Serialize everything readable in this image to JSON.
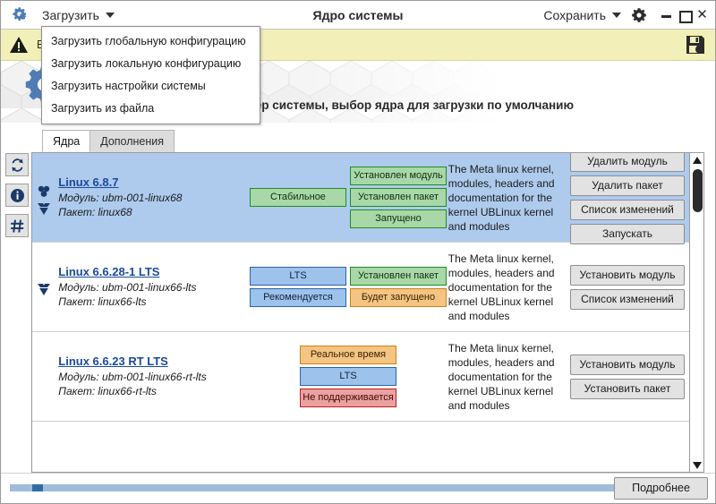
{
  "window": {
    "title": "Ядро системы",
    "app_icon": "gears-icon",
    "load_menu_label": "Загрузить",
    "save_menu_label": "Сохранить",
    "settings_icon": "gear-icon",
    "minimize_icon": "minimize-icon",
    "maximize_icon": "maximize-icon",
    "close_icon": "close-icon"
  },
  "dropdown": {
    "open": true,
    "items": [
      {
        "label": "Загрузить глобальную конфигурацию"
      },
      {
        "label": "Загрузить локальную конфигурацию"
      },
      {
        "label": "Загрузить настройки системы"
      },
      {
        "label": "Загрузить из файла"
      }
    ]
  },
  "warning": {
    "icon": "warning-triangle-icon",
    "text": "В",
    "save_icon": "save-locked-icon"
  },
  "banner": {
    "icon": "gears-icon",
    "text": "Загрузка и установка ядер системы, выбор ядра для загрузки по умолчанию"
  },
  "tabs": [
    {
      "label": "Ядра",
      "active": true
    },
    {
      "label": "Дополнения",
      "active": false
    }
  ],
  "tools": [
    {
      "name": "refresh-icon"
    },
    {
      "name": "info-icon"
    },
    {
      "name": "hash-icon"
    }
  ],
  "kernels": [
    {
      "title": "Linux 6.8.7",
      "module_line": "Модуль: ubm-001-linux68",
      "package_line": "Пакет: linux68",
      "selected": true,
      "icons": [
        "modules-icon",
        "package-icon"
      ],
      "badges_left": [
        {
          "label": "Стабильное",
          "color": "green"
        }
      ],
      "badges_right": [
        {
          "label": "Установлен модуль",
          "color": "green"
        },
        {
          "label": "Установлен пакет",
          "color": "green"
        },
        {
          "label": "Запущено",
          "color": "green"
        }
      ],
      "description": "The Meta linux kernel, modules, headers and documentation for the kernel UBLinux kernel and modules",
      "actions": [
        "Удалить модуль",
        "Удалить пакет",
        "Список изменений",
        "Запускать"
      ]
    },
    {
      "title": "Linux 6.6.28-1 LTS",
      "module_line": "Модуль: ubm-001-linux66-lts",
      "package_line": "Пакет: linux66-lts",
      "selected": false,
      "icons": [
        "package-icon"
      ],
      "badges_left": [
        {
          "label": "LTS",
          "color": "blue"
        },
        {
          "label": "Рекомендуется",
          "color": "blue"
        }
      ],
      "badges_right": [
        {
          "label": "Установлен пакет",
          "color": "green"
        },
        {
          "label": "Будет запущено",
          "color": "orange"
        }
      ],
      "description": "The Meta linux kernel, modules, headers and documentation for the kernel UBLinux kernel and modules",
      "actions": [
        "Установить модуль",
        "Список изменений"
      ]
    },
    {
      "title": "Linux 6.6.23 RT LTS",
      "module_line": "Модуль: ubm-001-linux66-rt-lts",
      "package_line": "Пакет: linux66-rt-lts",
      "selected": false,
      "icons": [],
      "badges_left": [
        {
          "label": "Реальное время",
          "color": "orange"
        },
        {
          "label": "LTS",
          "color": "blue"
        },
        {
          "label": "Не поддерживается",
          "color": "red"
        }
      ],
      "badges_right": [],
      "description": "The Meta linux kernel, modules, headers and documentation for the kernel UBLinux kernel and modules",
      "actions": [
        "Установить модуль",
        "Установить пакет"
      ]
    }
  ],
  "scrollbar": {
    "up_icon": "scroll-up-arrow-icon",
    "down_icon": "scroll-down-arrow-icon",
    "thumb": "scroll-thumb"
  },
  "bottom": {
    "details_label": "Подробнее",
    "progress_percent": 4
  },
  "colors": {
    "accent_blue": "#2e6ca4",
    "selected_row": "#aecbee",
    "warning_bg": "#f2f0b8",
    "link": "#1a4a9c",
    "green": "#a8d8a8",
    "blue": "#9dc2ec",
    "orange": "#f4c482",
    "red": "#eda0a0"
  }
}
